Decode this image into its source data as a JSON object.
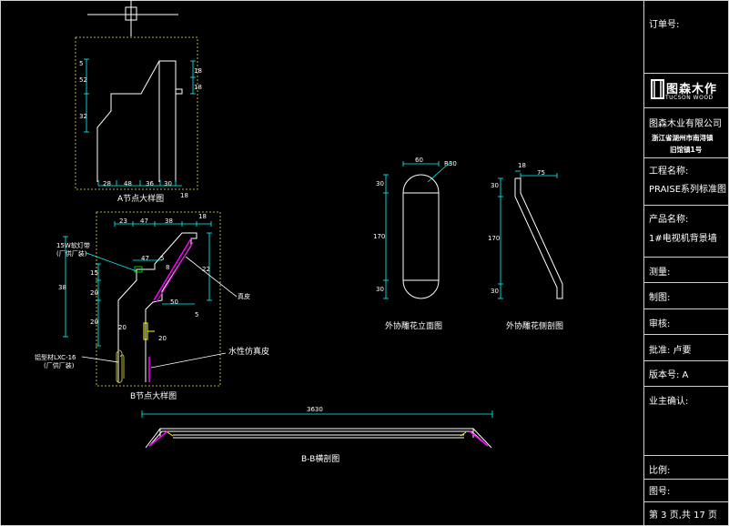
{
  "views": {
    "detail_a": "A节点大样图",
    "detail_b": "B节点大样图",
    "section_bb": "B-B横剖图",
    "flower_front": "外协雕花立面图",
    "flower_side": "外协雕花侧剖图"
  },
  "notes": {
    "led_strip_1": "15W软灯带",
    "led_strip_2": "(厂供厂装)",
    "leather": "真皮",
    "waterproof_leather": "水性仿真皮",
    "aluminum_1": "铝型材LXC-16",
    "aluminum_2": "(厂供厂装)"
  },
  "dimensions": {
    "a_bottom": [
      "28",
      "48",
      "36",
      "30",
      "18"
    ],
    "a_left": [
      "5",
      "52",
      "32"
    ],
    "a_right": [
      "18",
      "18"
    ],
    "b_top": [
      "23",
      "47",
      "38",
      "18"
    ],
    "b_inner": [
      "47",
      "5",
      "8"
    ],
    "b_mid": [
      "50",
      "5"
    ],
    "b_left": [
      "38",
      "15",
      "20",
      "20",
      "20"
    ],
    "b_right": [
      "22"
    ],
    "b_small": [
      "20"
    ],
    "bb_total": "3630",
    "flower_front_top": "60",
    "flower_front_radius": "R30",
    "flower_front_left": [
      "30",
      "170",
      "30"
    ],
    "flower_side_top": [
      "18",
      "75"
    ],
    "flower_side_left": [
      "30",
      "170",
      "30"
    ]
  },
  "title_block": {
    "order_no": "订单号:",
    "logo_cn": "图森木作",
    "logo_en": "TUCSON WOOD",
    "company": "图森木业有限公司",
    "address_1": "浙江省湖州市南浔镇",
    "address_2": "旧馆镇1号",
    "project_label": "工程名称:",
    "project_value": "PRAISE系列标准图",
    "product_label": "产品名称:",
    "product_value": "1#电视机背景墙",
    "survey": "测量:",
    "drawn": "制图:",
    "review": "审核:",
    "approve": "批准: 卢要",
    "version": "版本号:  A",
    "owner_confirm": "业主确认:",
    "scale": "比例:",
    "drawing_no": "图号:",
    "page_info": "第 3 页,共 17 页"
  },
  "colors": {
    "line": "#ffffff",
    "dim": "#00ffff",
    "frame": "#b5b530",
    "magenta": "#ff00ff",
    "yellow": "#ffff00",
    "green": "#00ff00"
  }
}
